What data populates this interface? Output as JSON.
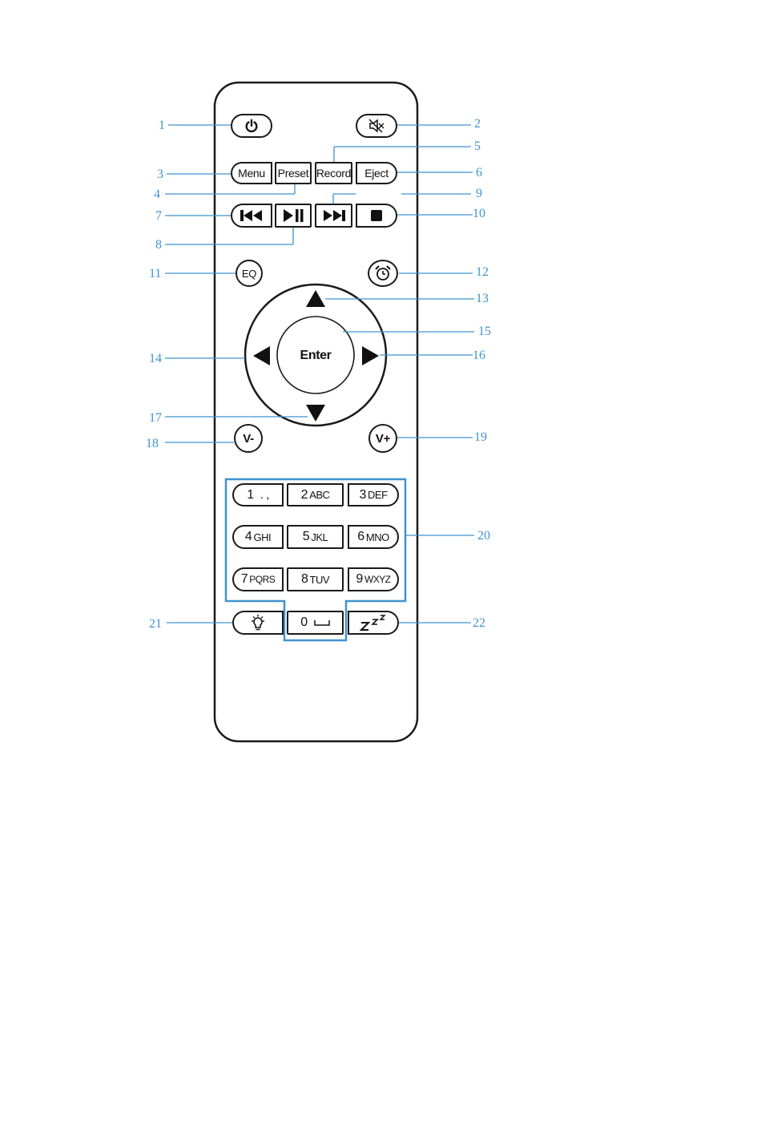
{
  "buttons": {
    "menu": "Menu",
    "preset": "Preset",
    "record": "Record",
    "eject": "Eject",
    "eq": "EQ",
    "enter": "Enter",
    "vol_down": "V-",
    "vol_up": "V+",
    "keypad": [
      {
        "num": "1",
        "sub": ". ,"
      },
      {
        "num": "2",
        "sub": "ABC"
      },
      {
        "num": "3",
        "sub": "DEF"
      },
      {
        "num": "4",
        "sub": "GHI"
      },
      {
        "num": "5",
        "sub": "JKL"
      },
      {
        "num": "6",
        "sub": "MNO"
      },
      {
        "num": "7",
        "sub": "PQRS"
      },
      {
        "num": "8",
        "sub": "TUV"
      },
      {
        "num": "9",
        "sub": "WXYZ"
      }
    ],
    "zero": "0"
  },
  "callouts": [
    "1",
    "2",
    "3",
    "4",
    "5",
    "6",
    "7",
    "8",
    "9",
    "10",
    "11",
    "12",
    "13",
    "14",
    "15",
    "16",
    "17",
    "18",
    "19",
    "20",
    "21",
    "22"
  ],
  "colors": {
    "callout": "#3f93cf",
    "outline": "#1a1a1a",
    "background": "#ffffff"
  },
  "icons": {
    "power": "power-icon",
    "mute": "mute-icon",
    "prev": "skip-previous-icon",
    "play_pause": "play-pause-icon",
    "next": "skip-next-icon",
    "stop": "stop-icon",
    "alarm": "alarm-clock-icon",
    "up": "arrow-up-icon",
    "down": "arrow-down-icon",
    "left": "arrow-left-icon",
    "right": "arrow-right-icon",
    "light": "light-bulb-icon",
    "space": "space-icon",
    "sleep": "sleep-icon"
  }
}
